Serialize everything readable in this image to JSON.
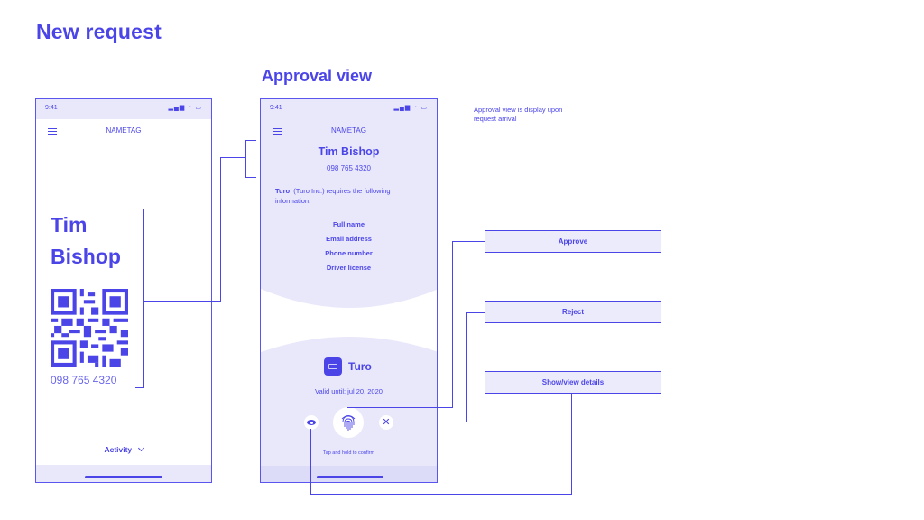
{
  "headings": {
    "new_request": "New request",
    "approval_view": "Approval view"
  },
  "phone_left": {
    "time": "9:41",
    "app_name": "NAMETAG",
    "first_name": "Tim",
    "last_name": "Bishop",
    "phone_number": "098 765 4320",
    "activity_label": "Activity"
  },
  "phone_right": {
    "time": "9:41",
    "app_name": "NAMETAG",
    "name": "Tim Bishop",
    "phone_number": "098 765 4320",
    "requester_bold": "Turo",
    "requester_text": "(Turo Inc.) requires the following information:",
    "fields": [
      "Full name",
      "Email address",
      "Phone number",
      "Driver license"
    ],
    "company_name": "Turo",
    "valid_until": "Valid until: jul 20, 2020",
    "hint": "Tap and hold to confirm"
  },
  "annotation": {
    "note": "Approval view is display upon request arrival"
  },
  "callouts": {
    "approve": "Approve",
    "reject": "Reject",
    "show_details": "Show/view details"
  },
  "colors": {
    "accent": "#4b45e8",
    "light_fill": "#e9e8fb"
  }
}
